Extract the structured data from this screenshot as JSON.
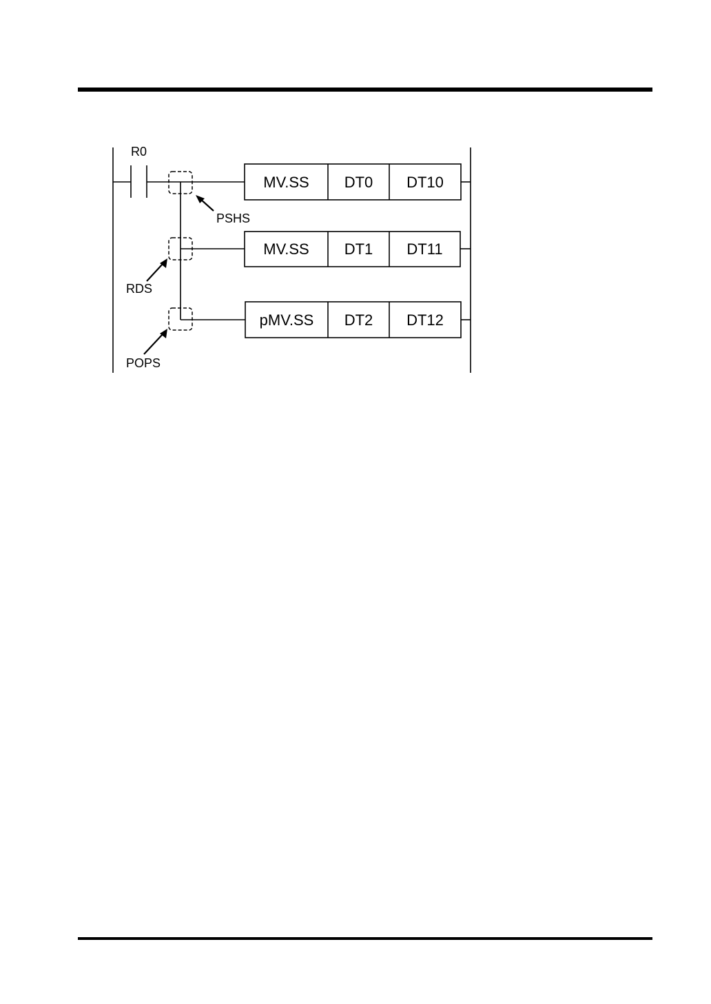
{
  "contact": {
    "label": "R0"
  },
  "stack_labels": {
    "push": "PSHS",
    "read": "RDS",
    "pop": "POPS"
  },
  "rungs": [
    {
      "instruction": "MV.SS",
      "source": "DT0",
      "destination": "DT10"
    },
    {
      "instruction": "MV.SS",
      "source": "DT1",
      "destination": "DT11"
    },
    {
      "instruction": "pMV.SS",
      "source": "DT2",
      "destination": "DT12"
    }
  ]
}
